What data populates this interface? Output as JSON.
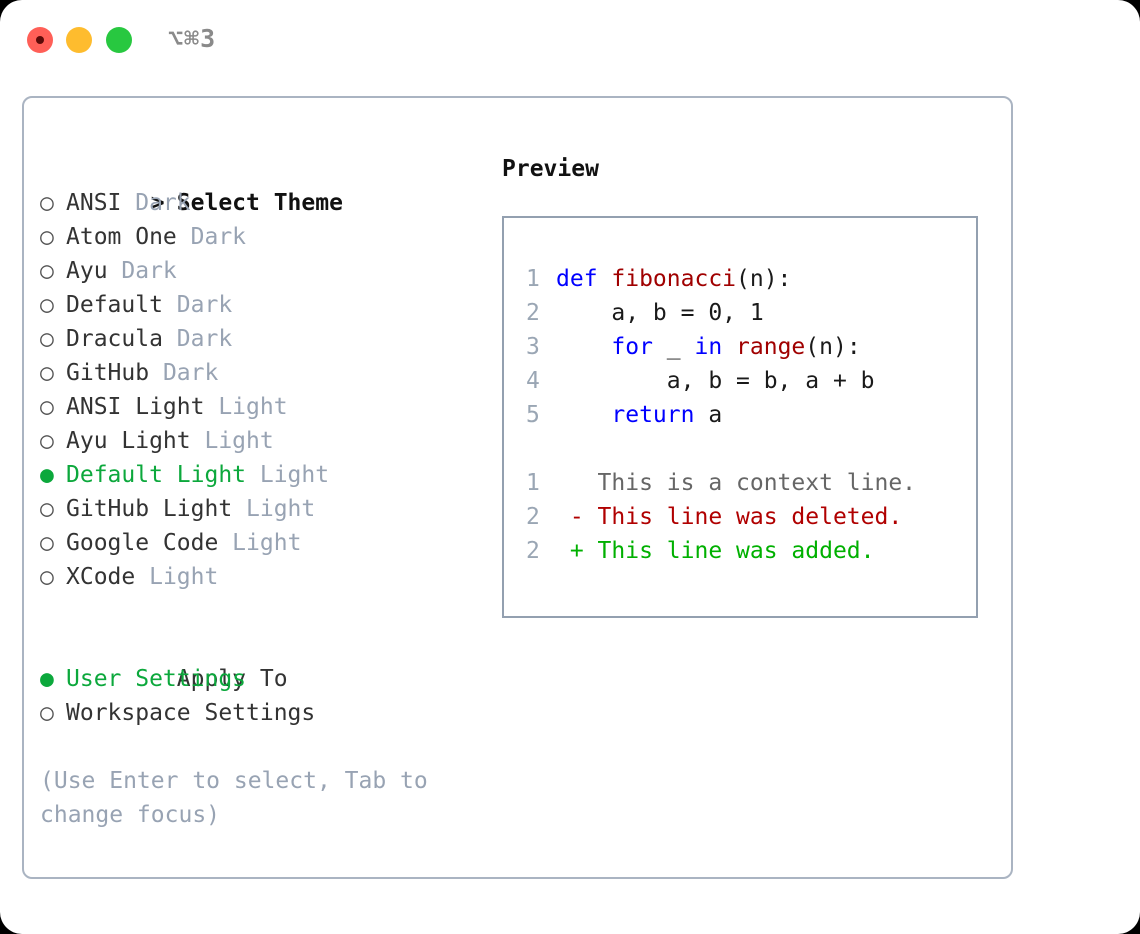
{
  "titlebar": {
    "shortcut": "⌥⌘3",
    "buttons": [
      {
        "name": "close",
        "color": "#ff5f57"
      },
      {
        "name": "minimize",
        "color": "#febc2e"
      },
      {
        "name": "maximize",
        "color": "#28c840"
      }
    ]
  },
  "colors": {
    "accent_green": "#0ca83c",
    "muted": "#98a3b3",
    "text": "#333333",
    "border": "#aab4c2",
    "preview_border": "#93a0b0",
    "keyword_blue": "#0000ff",
    "function_red": "#a00000",
    "diff_add": "#00b000",
    "diff_del": "#b00000"
  },
  "theme_list": {
    "header": "Select Theme",
    "header_marker": ">",
    "marker_selected": "●",
    "marker_unselected": "○",
    "items": [
      {
        "label": "ANSI",
        "kind": "Dark",
        "selected": false
      },
      {
        "label": "Atom One",
        "kind": "Dark",
        "selected": false
      },
      {
        "label": "Ayu",
        "kind": "Dark",
        "selected": false
      },
      {
        "label": "Default",
        "kind": "Dark",
        "selected": false
      },
      {
        "label": "Dracula",
        "kind": "Dark",
        "selected": false
      },
      {
        "label": "GitHub",
        "kind": "Dark",
        "selected": false
      },
      {
        "label": "ANSI Light",
        "kind": "Light",
        "selected": false
      },
      {
        "label": "Ayu Light",
        "kind": "Light",
        "selected": false
      },
      {
        "label": "Default Light",
        "kind": "Light",
        "selected": true
      },
      {
        "label": "GitHub Light",
        "kind": "Light",
        "selected": false
      },
      {
        "label": "Google Code",
        "kind": "Light",
        "selected": false
      },
      {
        "label": "XCode",
        "kind": "Light",
        "selected": false
      }
    ]
  },
  "apply_to": {
    "header": "Apply To",
    "items": [
      {
        "label": "User Settings",
        "selected": true
      },
      {
        "label": "Workspace Settings",
        "selected": false
      }
    ]
  },
  "hint": "(Use Enter to select, Tab to change focus)",
  "preview": {
    "title": "Preview",
    "code_lines": [
      {
        "num": "1",
        "parts": [
          {
            "t": "def ",
            "c": "kw"
          },
          {
            "t": "fibonacci",
            "c": "fn"
          },
          {
            "t": "(n):",
            "c": ""
          }
        ]
      },
      {
        "num": "2",
        "parts": [
          {
            "t": "    a, b = 0, 1",
            "c": ""
          }
        ]
      },
      {
        "num": "3",
        "parts": [
          {
            "t": "    ",
            "c": ""
          },
          {
            "t": "for",
            "c": "kw"
          },
          {
            "t": " _ ",
            "c": ""
          },
          {
            "t": "in",
            "c": "kw"
          },
          {
            "t": " ",
            "c": ""
          },
          {
            "t": "range",
            "c": "fn"
          },
          {
            "t": "(n):",
            "c": ""
          }
        ]
      },
      {
        "num": "4",
        "parts": [
          {
            "t": "        a, b = b, a + b",
            "c": ""
          }
        ]
      },
      {
        "num": "5",
        "parts": [
          {
            "t": "    ",
            "c": ""
          },
          {
            "t": "return",
            "c": "kw"
          },
          {
            "t": " a",
            "c": ""
          }
        ]
      }
    ],
    "diff_lines": [
      {
        "num": "1",
        "parts": [
          {
            "t": "   This is a context line.",
            "c": "ctx"
          }
        ]
      },
      {
        "num": "2",
        "parts": [
          {
            "t": " - This line was deleted.",
            "c": "del"
          }
        ]
      },
      {
        "num": "2",
        "parts": [
          {
            "t": " + This line was added.",
            "c": "add"
          }
        ]
      }
    ]
  }
}
